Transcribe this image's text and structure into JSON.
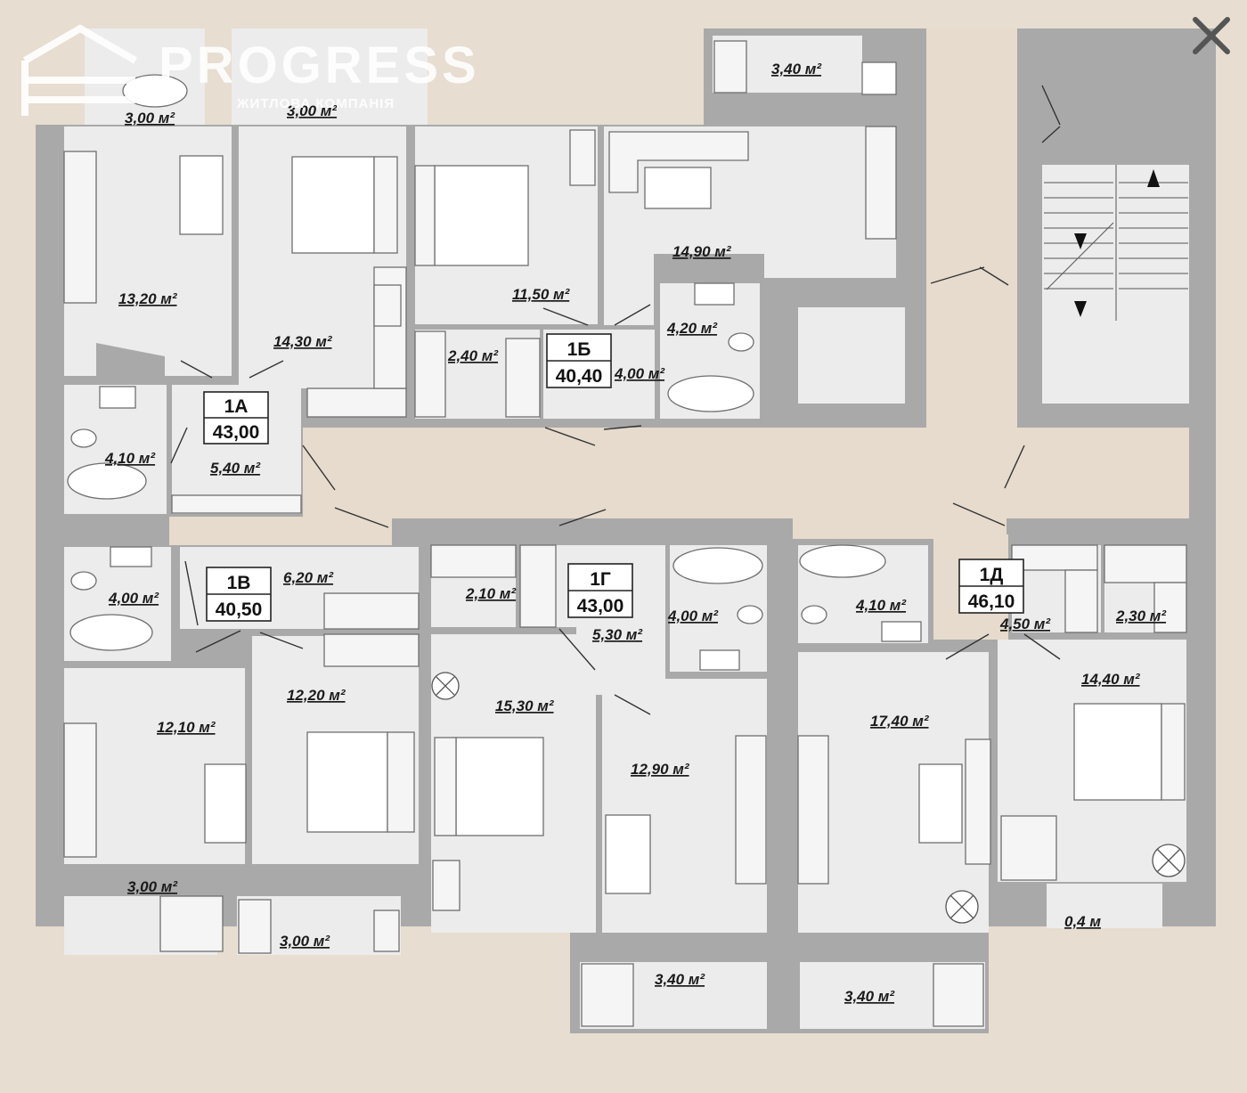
{
  "logo": {
    "word": "PROGRESS",
    "subtitle": "ЖИТЛОВА КОМПАНІЯ",
    "icon": "house-logo-icon"
  },
  "close": {
    "icon": "close-icon"
  },
  "apartments": [
    {
      "id": "1А",
      "total": "43,00"
    },
    {
      "id": "1Б",
      "total": "40,40"
    },
    {
      "id": "1В",
      "total": "40,50"
    },
    {
      "id": "1Г",
      "total": "43,00"
    },
    {
      "id": "1Д",
      "total": "46,10"
    }
  ],
  "areas": [
    "3,00 м²",
    "3,00 м²",
    "3,40 м²",
    "13,20 м²",
    "14,30 м²",
    "11,50 м²",
    "14,90 м²",
    "2,40 м²",
    "4,00 м²",
    "4,20 м²",
    "4,10 м²",
    "5,40 м²",
    "4,00 м²",
    "6,20 м²",
    "2,10 м²",
    "5,30 м²",
    "4,00 м²",
    "4,10 м²",
    "4,50 м²",
    "2,30 м²",
    "12,10 м²",
    "12,20 м²",
    "15,30 м²",
    "12,90 м²",
    "17,40 м²",
    "14,40 м²",
    "3,00 м²",
    "3,00 м²",
    "3,40 м²",
    "3,40 м²",
    "0,4 м"
  ],
  "colors": {
    "background": "#e7ddd0",
    "room": "#ececec",
    "wall": "#a9a9a9"
  }
}
